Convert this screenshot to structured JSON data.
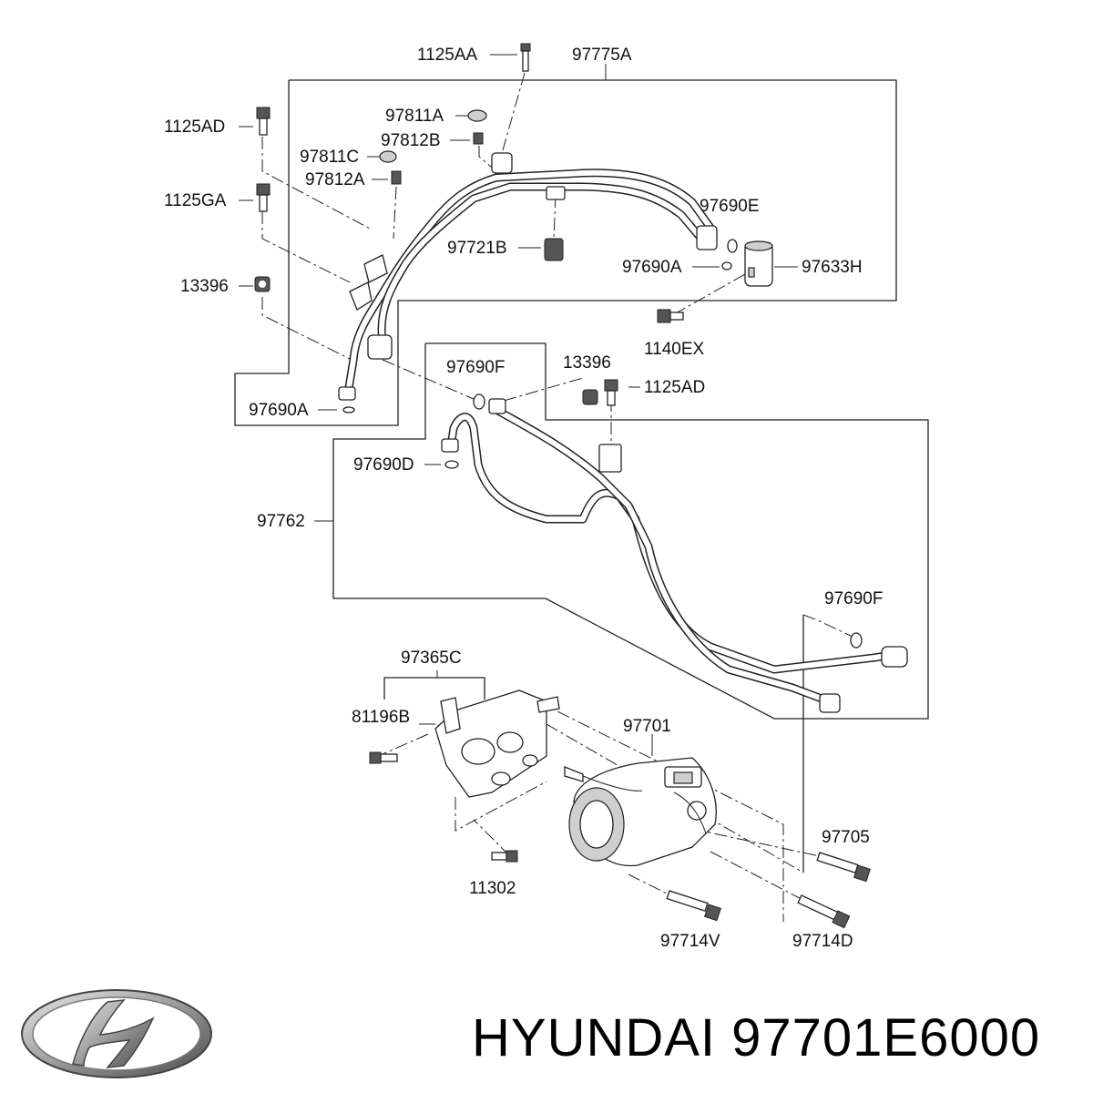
{
  "brand": {
    "caption": "HYUNDAI 97701E6000",
    "logo_icon": "hyundai-logo-icon"
  },
  "labels": {
    "p_1125AA": "1125AA",
    "p_97775A": "97775A",
    "p_97811A": "97811A",
    "p_1125AD_top": "1125AD",
    "p_97812B": "97812B",
    "p_97811C": "97811C",
    "p_97812A": "97812A",
    "p_1125GA": "1125GA",
    "p_97690E": "97690E",
    "p_97721B": "97721B",
    "p_97690A_right": "97690A",
    "p_97633H": "97633H",
    "p_13396_left": "13396",
    "p_1140EX": "1140EX",
    "p_97690F_top": "97690F",
    "p_13396_mid": "13396",
    "p_1125AD_mid": "1125AD",
    "p_97690A_left": "97690A",
    "p_97690D": "97690D",
    "p_97762": "97762",
    "p_97690F_right": "97690F",
    "p_97365C": "97365C",
    "p_81196B": "81196B",
    "p_97701": "97701",
    "p_97705": "97705",
    "p_11302": "11302",
    "p_97714V": "97714V",
    "p_97714D": "97714D"
  }
}
